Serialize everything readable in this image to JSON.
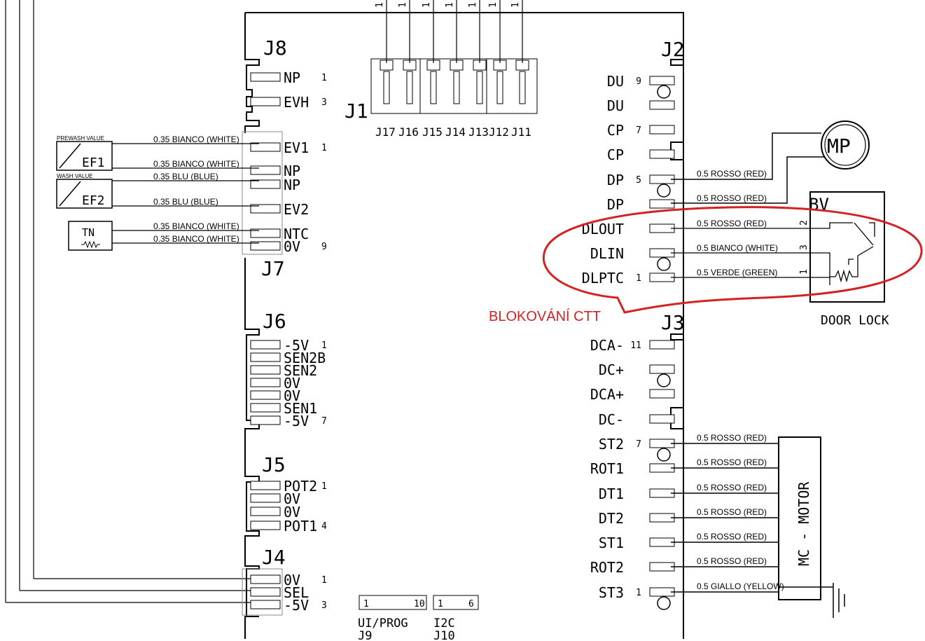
{
  "connectors": {
    "j8": "J8",
    "j7": "J7",
    "j6": "J6",
    "j5": "J5",
    "j4": "J4",
    "j1": "J1",
    "j2": "J2",
    "j3": "J3",
    "j9": {
      "label": "UI/PROG",
      "name": "J9",
      "start": "1",
      "end": "10"
    },
    "j10": {
      "label": "I2C",
      "name": "J10",
      "start": "1",
      "end": "6"
    }
  },
  "j1_pins": [
    "J17",
    "J16",
    "J15",
    "J14",
    "J13",
    "J12",
    "J11"
  ],
  "j1_top_nums": [
    "1",
    "1",
    "1",
    "1",
    "1",
    "1",
    "1"
  ],
  "left_pins": {
    "j8": [
      {
        "label": "NP",
        "num": "1"
      },
      {
        "label": "EVH",
        "num": "3"
      }
    ],
    "j7": [
      {
        "label": "EV1",
        "num": "1"
      },
      {
        "label": "NP",
        "num": ""
      },
      {
        "label": "NP",
        "num": ""
      },
      {
        "label": "EV2",
        "num": ""
      },
      {
        "label": "NTC",
        "num": ""
      },
      {
        "label": "0V",
        "num": "9"
      }
    ],
    "j6": [
      {
        "label": "-5V",
        "num": "1"
      },
      {
        "label": "SEN2B",
        "num": ""
      },
      {
        "label": "SEN2",
        "num": ""
      },
      {
        "label": "0V",
        "num": ""
      },
      {
        "label": "0V",
        "num": ""
      },
      {
        "label": "SEN1",
        "num": ""
      },
      {
        "label": "-5V",
        "num": "7"
      }
    ],
    "j5": [
      {
        "label": "POT2",
        "num": "1"
      },
      {
        "label": "0V",
        "num": ""
      },
      {
        "label": "0V",
        "num": ""
      },
      {
        "label": "POT1",
        "num": "4"
      }
    ],
    "j4": [
      {
        "label": "0V",
        "num": "1"
      },
      {
        "label": "SEL",
        "num": ""
      },
      {
        "label": "-5V",
        "num": "3"
      }
    ]
  },
  "right_pins": {
    "j2": [
      {
        "label": "DU",
        "num": "9"
      },
      {
        "label": "DU",
        "num": ""
      },
      {
        "label": "CP",
        "num": "7"
      },
      {
        "label": "CP",
        "num": ""
      },
      {
        "label": "DP",
        "num": "5"
      },
      {
        "label": "DP",
        "num": ""
      },
      {
        "label": "DLOUT",
        "num": ""
      },
      {
        "label": "DLIN",
        "num": ""
      },
      {
        "label": "DLPTC",
        "num": "1"
      }
    ],
    "j3": [
      {
        "label": "DCA-",
        "num": "11"
      },
      {
        "label": "DC+",
        "num": ""
      },
      {
        "label": "DCA+",
        "num": ""
      },
      {
        "label": "DC-",
        "num": ""
      },
      {
        "label": "ST2",
        "num": "7"
      },
      {
        "label": "ROT1",
        "num": ""
      },
      {
        "label": "DT1",
        "num": ""
      },
      {
        "label": "DT2",
        "num": ""
      },
      {
        "label": "ST1",
        "num": ""
      },
      {
        "label": "ROT2",
        "num": ""
      },
      {
        "label": "ST3",
        "num": "1"
      }
    ]
  },
  "left_wires": [
    "0.35 BIANCO (WHITE)",
    "0.35 BIANCO (WHITE)",
    "0.35 BLU (BLUE)",
    "0.35 BLU (BLUE)",
    "0.35 BIANCO (WHITE)",
    "0.35 BIANCO (WHITE)"
  ],
  "j2_wires": [
    "0.5 ROSSO (RED)",
    "0.5 ROSSO (RED)",
    "0.5 ROSSO (RED)",
    "0.5 BIANCO (WHITE)",
    "0.5 VERDE (GREEN)"
  ],
  "j3_wires": [
    "0.5 ROSSO (RED)",
    "0.5 ROSSO (RED)",
    "0.5 ROSSO (RED)",
    "0.5 ROSSO (RED)",
    "0.5 ROSSO (RED)",
    "0.5 ROSSO (RED)",
    "0.5 GIALLO (YELLOW)"
  ],
  "components": {
    "ef1": {
      "name": "EF1",
      "caption": "PREWASH VALUE"
    },
    "ef2": {
      "name": "EF2",
      "caption": "WASH VALUE"
    },
    "tn": {
      "name": "TN"
    },
    "mp": {
      "name": "MP"
    },
    "bv": {
      "name": "BV",
      "caption": "DOOR LOCK",
      "pins": [
        "2",
        "3",
        "1"
      ]
    },
    "motor": {
      "name": "MC - MOTOR"
    }
  },
  "annotation": {
    "text": "BLOKOVÁNÍ CTT",
    "color": "#d42222"
  }
}
